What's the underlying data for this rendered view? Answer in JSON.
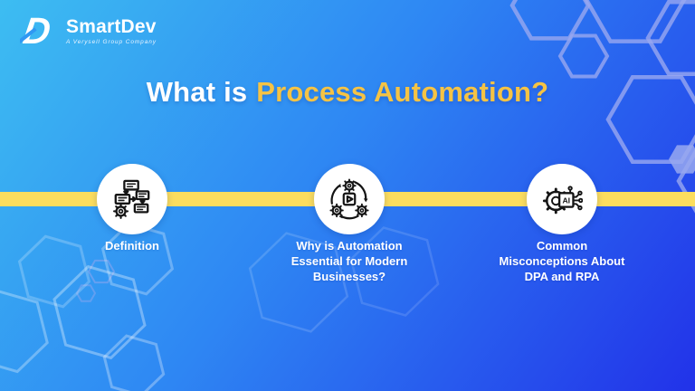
{
  "brand": {
    "logo_letter": "D",
    "name": "SmartDev",
    "tagline": "A Verysell Group Company"
  },
  "title": {
    "prefix": "What is",
    "highlight": "Process Automation?"
  },
  "colors": {
    "background_top_left": "#3dbdf2",
    "background_bottom_right": "#2232e9",
    "timeline_stripe_yellow": "#fcdd5e",
    "title_highlight_yellow": "#f5c344",
    "hexagon_outline": "#98a8f0",
    "icon_ink": "#141414",
    "circle_fill": "#ffffff",
    "text_white": "#ffffff"
  },
  "timeline": {
    "items": [
      {
        "icon": "workflow-diagram-icon",
        "lines": [
          "Definition"
        ]
      },
      {
        "icon": "automation-gears-play-icon",
        "lines": [
          "Why is Automation",
          "Essential for Modern",
          "Businesses?"
        ]
      },
      {
        "icon": "ai-chip-gear-icon",
        "lines": [
          "Common",
          "Misconceptions About",
          "DPA and RPA"
        ]
      }
    ]
  }
}
